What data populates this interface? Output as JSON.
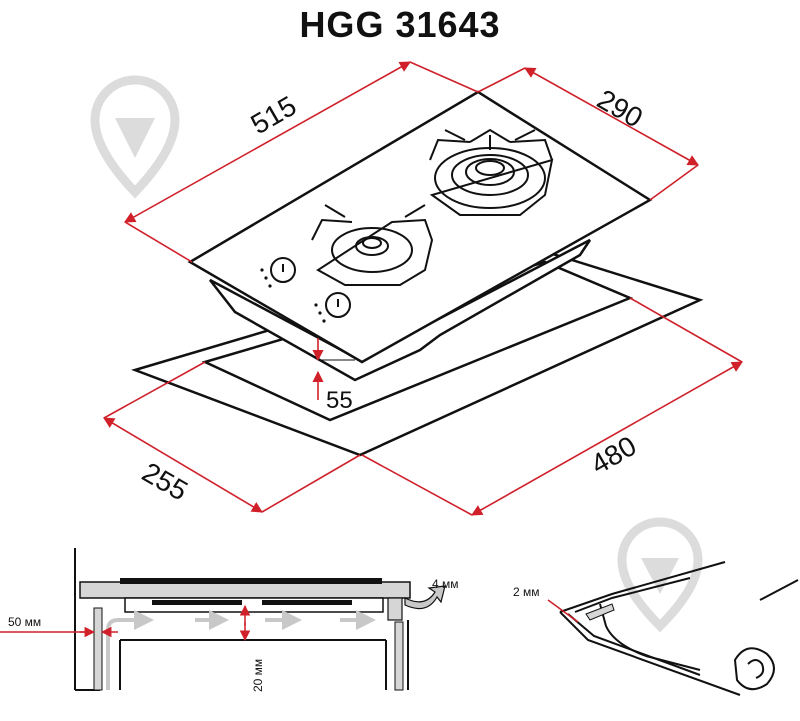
{
  "title": "HGG 31643",
  "dimensions": {
    "hob_length": "515",
    "hob_depth": "290",
    "cutout_length": "480",
    "cutout_depth": "255",
    "hob_height": "55"
  },
  "install_notes": {
    "side_clearance": "50 мм",
    "gap_top": "4 мм",
    "gap_below": "20 мм",
    "seal_thickness": "2 мм"
  },
  "colors": {
    "dimension_line": "#d0202a",
    "outline": "#111111",
    "airflow": "#c8c8c8",
    "watermark": "#dcdcdc"
  },
  "icons": [
    "watermark-shield-icon",
    "burner-icon",
    "control-knob-icon",
    "airflow-arrow-icon"
  ]
}
